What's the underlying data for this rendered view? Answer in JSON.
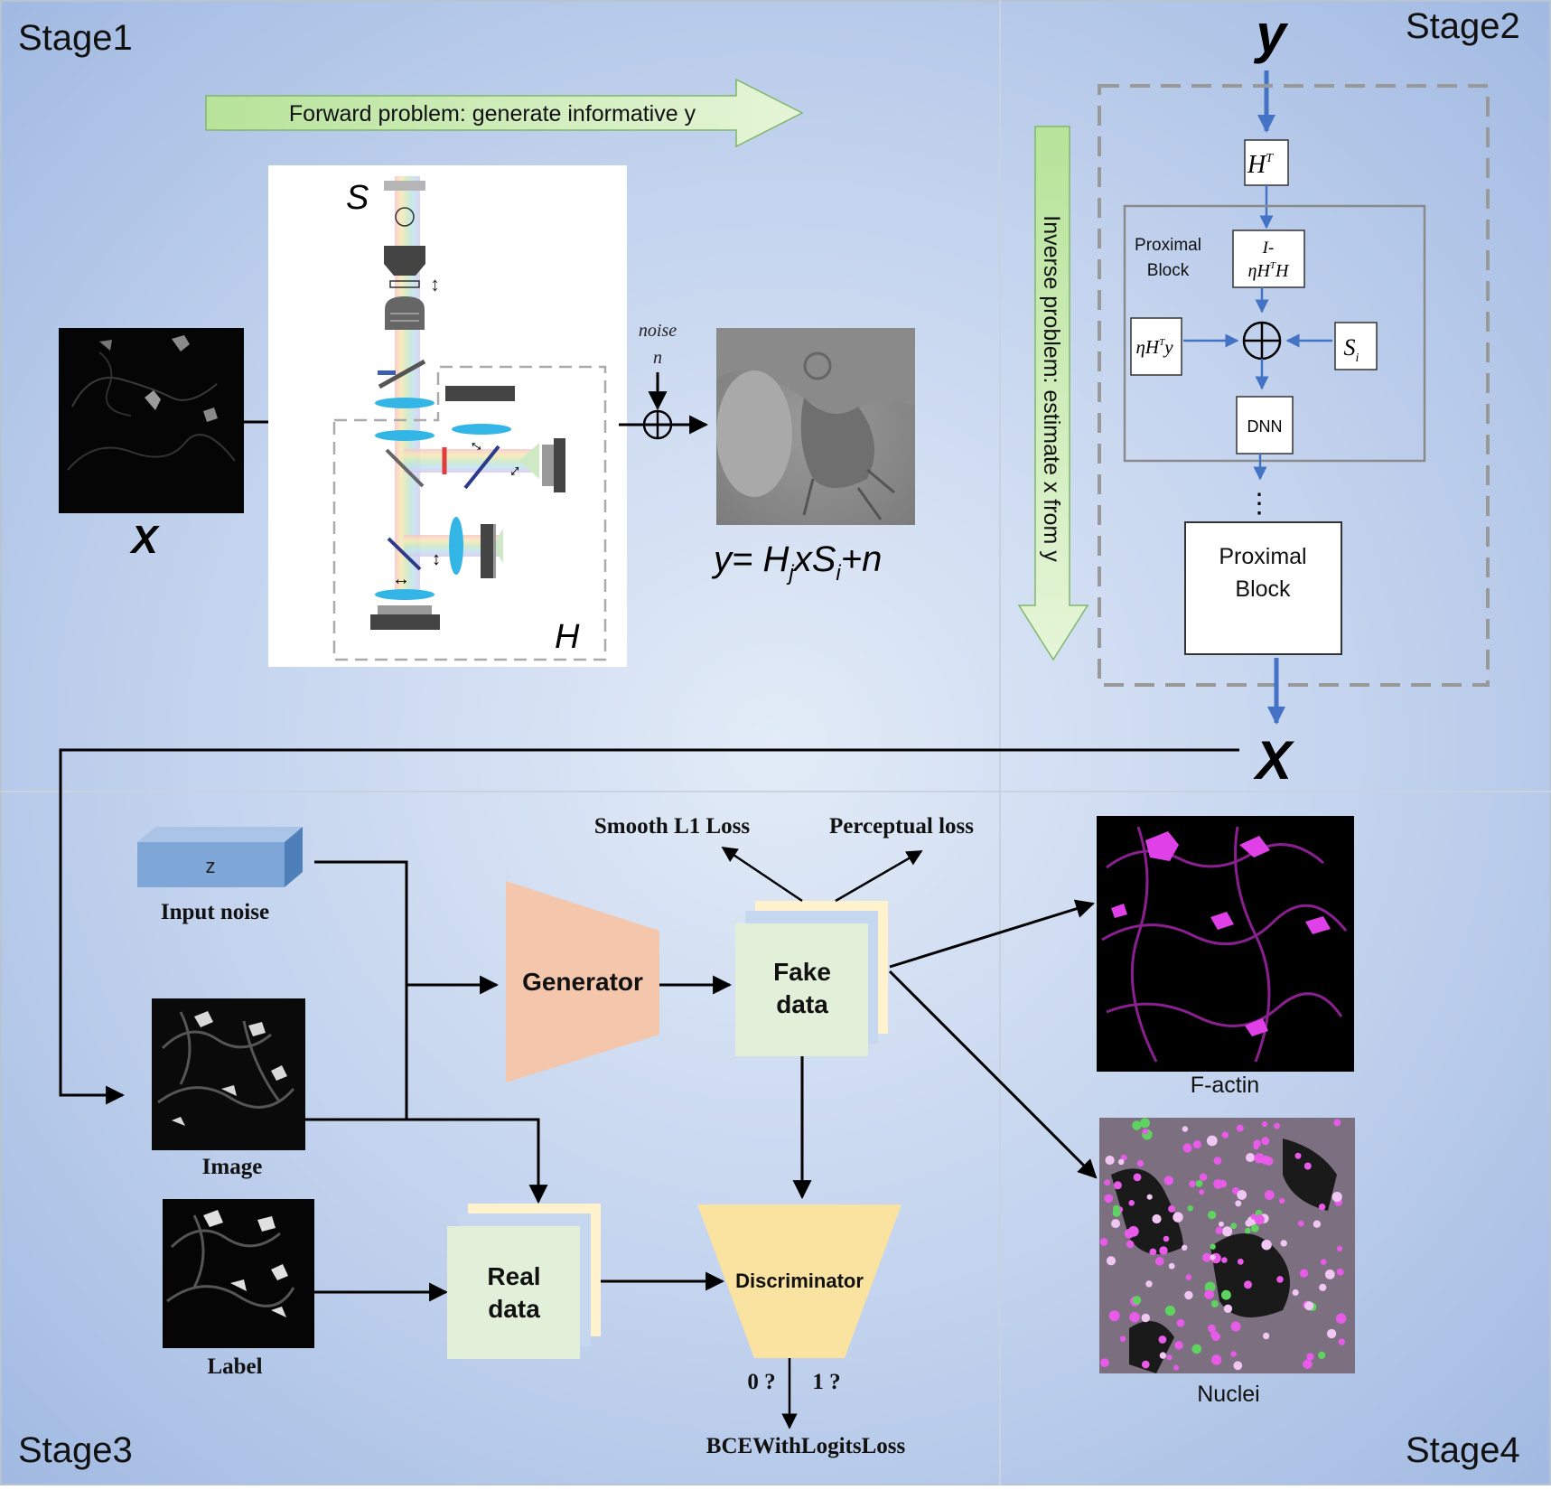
{
  "stages": {
    "s1": "Stage1",
    "s2": "Stage2",
    "s3": "Stage3",
    "s4": "Stage4"
  },
  "stage1": {
    "forward_arrow": "Forward problem: generate informative y",
    "x_label": "X",
    "s_label": "S",
    "h_label": "H",
    "noise_1": "noise",
    "noise_2": "n",
    "y_label": "y= H",
    "y_sub_j": "j",
    "y_mid": "xS",
    "y_sub_i": "i",
    "y_end": "+n"
  },
  "stage2": {
    "y_top": "y",
    "ht": "H",
    "ht_sup": "T",
    "inverse_arrow": "Inverse problem: estimate x from y",
    "prox_label_1": "Proximal",
    "prox_label_2": "Block",
    "ih_line1": "I-",
    "ih_eta": "ηH",
    "ih_sup": "T",
    "ih_end": "H",
    "eta_left": "ηH",
    "eta_sup": "T",
    "eta_y": "y",
    "si": "S",
    "si_sub": "i",
    "plus": "+",
    "dnn": "DNN",
    "dots": "⋮",
    "prox2_1": "Proximal",
    "prox2_2": "Block",
    "x_out": "X"
  },
  "stage3": {
    "z": "z",
    "input_noise": "Input noise",
    "image": "Image",
    "label": "Label",
    "generator": "Generator",
    "fake_1": "Fake",
    "fake_2": "data",
    "real_1": "Real",
    "real_2": "data",
    "discriminator": "Discriminator",
    "smooth_l1": "Smooth L1 Loss",
    "perceptual": "Perceptual loss",
    "zero": "0 ?",
    "one": "1 ?",
    "bce": "BCEWithLogitsLoss"
  },
  "stage4": {
    "factin": "F-actin",
    "nuclei": "Nuclei"
  },
  "colors": {
    "bg_center": "#dce6f5",
    "bg_edge": "#a4bce2",
    "green_arrow": "#c9ebb0",
    "blue_arrow": "#4472c4",
    "generator": "#f4c7ad",
    "discriminator": "#fae2a0",
    "data_green": "#e2efd9",
    "data_yellow": "#fff2cc",
    "data_blue": "#c5d8ef",
    "magenta": "#e040e8"
  }
}
